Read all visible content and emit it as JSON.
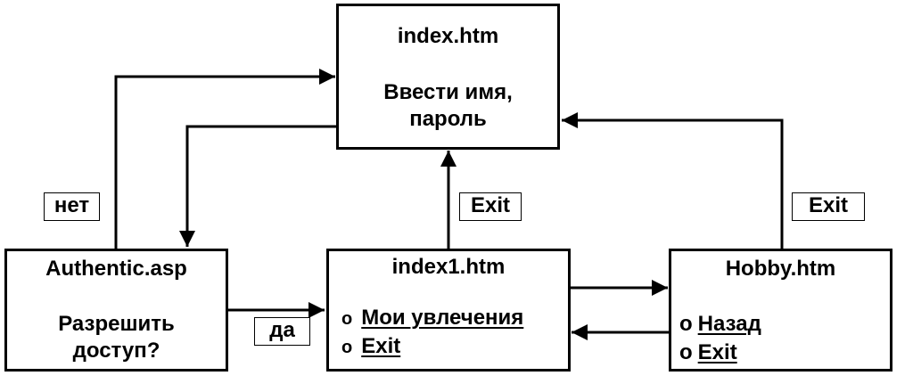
{
  "nodes": {
    "index": {
      "title": "index.htm",
      "body_line1": "Ввести имя,",
      "body_line2": "пароль"
    },
    "authentic": {
      "title": "Authentic.asp",
      "body_line1": "Разрешить",
      "body_line2": "доступ?"
    },
    "index1": {
      "title": "index1.htm",
      "items": [
        {
          "bullet": "o",
          "label": "Мои увлечения"
        },
        {
          "bullet": "o",
          "label": "Exit"
        }
      ]
    },
    "hobby": {
      "title": "Hobby.htm",
      "items": [
        {
          "bullet": "o",
          "label": "Назад"
        },
        {
          "bullet": "o",
          "label": "Exit"
        }
      ]
    }
  },
  "edge_labels": {
    "no": "нет",
    "yes": "да",
    "exit_from_index1": "Exit",
    "exit_from_hobby": "Exit"
  },
  "colors": {
    "line": "#000000",
    "background": "#ffffff"
  }
}
